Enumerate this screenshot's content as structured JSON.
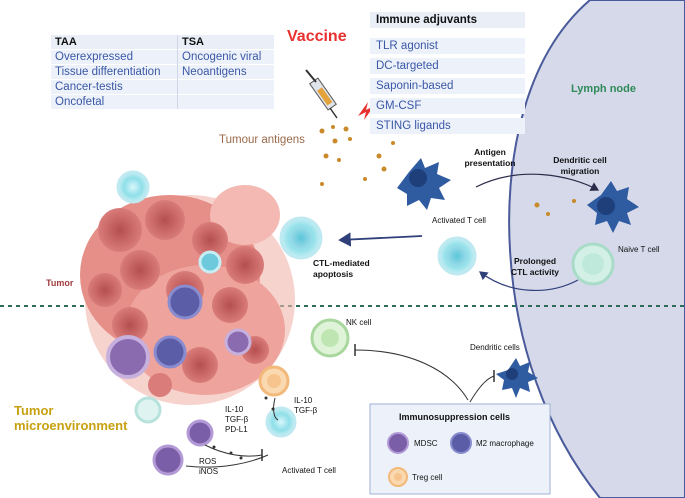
{
  "antigen_table": {
    "headers": [
      "TAA",
      "TSA"
    ],
    "rows": [
      [
        "Overexpressed",
        "Oncogenic viral"
      ],
      [
        "Tissue differentiation",
        "Neoantigens"
      ],
      [
        "Cancer-testis",
        ""
      ],
      [
        "Oncofetal",
        ""
      ]
    ]
  },
  "vaccine_label": "Vaccine",
  "adjuvants": {
    "title": "Immune adjuvants",
    "items": [
      "TLR agonist",
      "DC-targeted",
      "Saponin-based",
      "GM-CSF",
      "STING ligands"
    ]
  },
  "labels": {
    "tumour_antigens": "Tumour antigens",
    "antigen_presentation": "Antigen presentation",
    "lymph_node": "Lymph node",
    "dc_migration": "Dendritic cell migration",
    "naive_t": "Naive T cell",
    "activated_t_top": "Activated T cell",
    "prolonged_ctl": "Prolonged CTL activity",
    "ctl_apoptosis": "CTL-mediated apoptosis",
    "tumor": "Tumor",
    "tumor_microenvironment": "Tumor microenvironment",
    "nk_cell": "NK cell",
    "dendritic_cells": "Dendritic cells",
    "il_left_1": "IL-10",
    "il_left_2": "TGF-β",
    "il_left_3": "PD-L1",
    "il_right_1": "IL-10",
    "il_right_2": "TGF-β",
    "ros": "ROS",
    "inos": "iNOS",
    "activated_t_bottom": "Activated T cell"
  },
  "immunosuppression": {
    "title": "Immunosuppression cells",
    "mdsc": "MDSC",
    "m2": "M2 macrophage",
    "treg": "Treg cell"
  },
  "colors": {
    "vaccine": "#e8312f",
    "table_text": "#3a57a6",
    "lymph_node_fill": "#d5d9ea",
    "lymph_node_text": "#2e8b57",
    "tumor_text": "#a23c3c",
    "tme_text": "#c7a10f",
    "antigen_text": "#9a6a4a",
    "divider": "#2f6b5a"
  }
}
